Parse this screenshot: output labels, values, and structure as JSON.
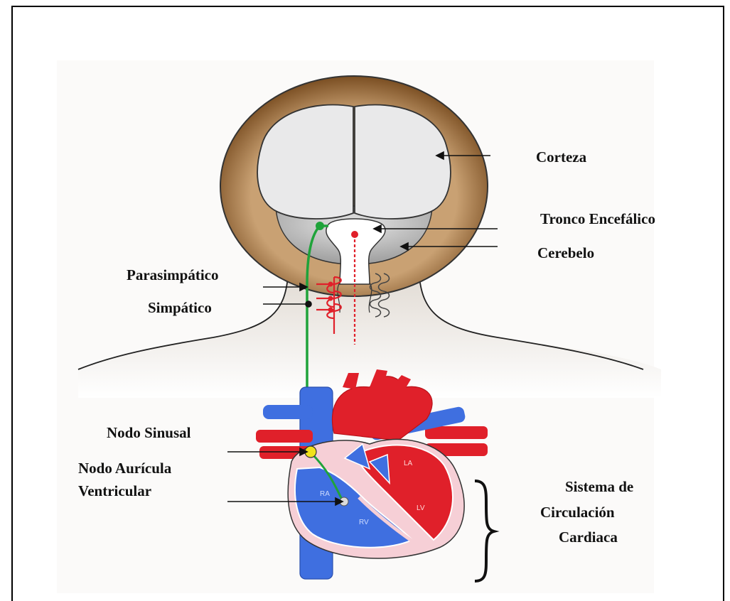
{
  "labels": {
    "corteza": "Corteza",
    "tronco": "Tronco Encefálico",
    "cerebelo": "Cerebelo",
    "parasimpatico": "Parasimpático",
    "simpatico": "Simpático",
    "nodo_sinusal": "Nodo Sinusal",
    "nodo_av_1": "Nodo Aurícula",
    "nodo_av_2": "Ventricular",
    "sistema_1": "Sistema de",
    "sistema_2": "Circulación",
    "sistema_3": "Cardiaca",
    "heart_la": "LA",
    "heart_lv": "LV",
    "heart_ra": "RA",
    "heart_rv": "RV"
  },
  "colors": {
    "parasympathetic": "#1fa33a",
    "sympathetic": "#e0202a",
    "venous": "#3f6fe0",
    "arterial": "#e0202a",
    "skull": "#8b5a2b",
    "brain": "#e9e9ea",
    "node": "#f2e21a"
  }
}
